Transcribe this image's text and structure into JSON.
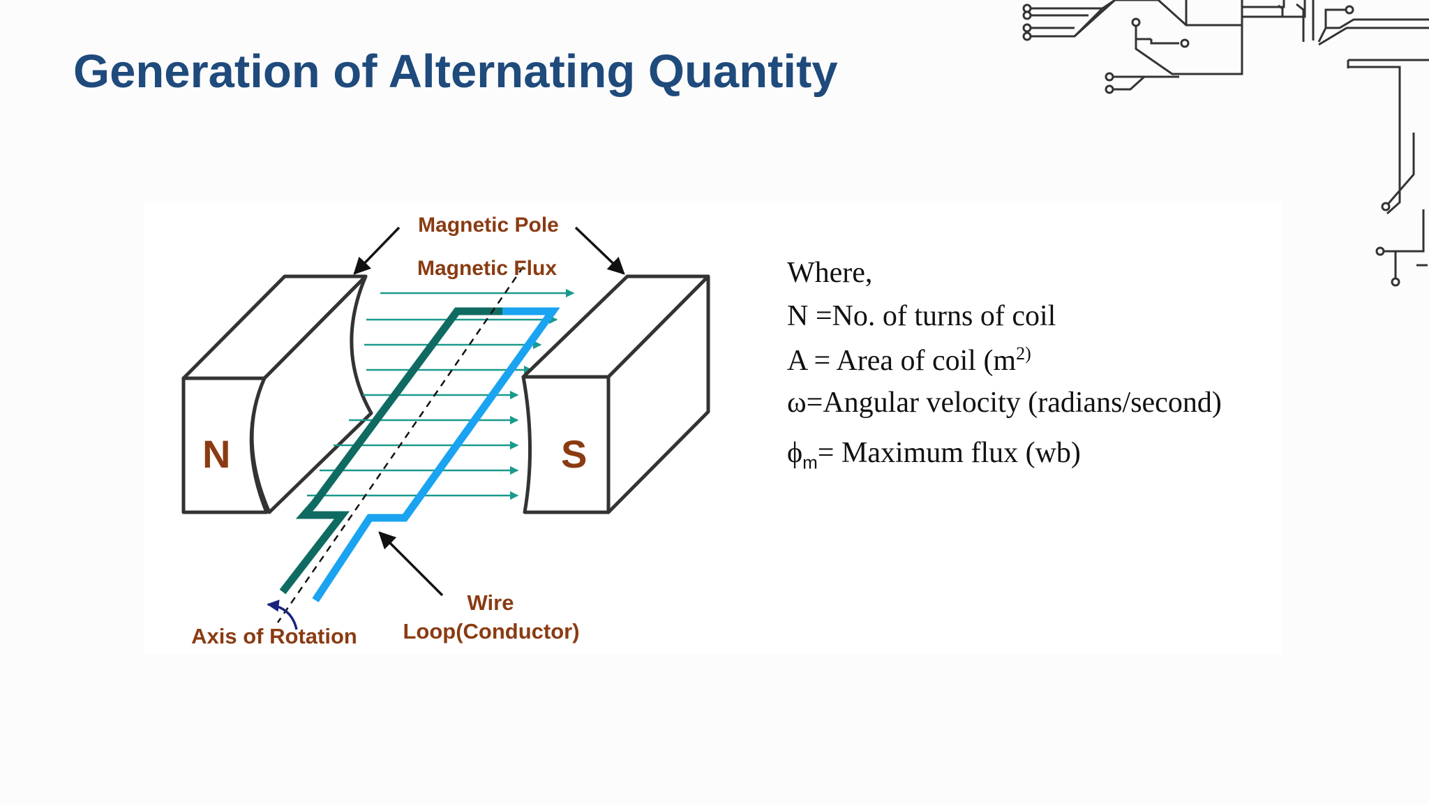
{
  "slide": {
    "title": "Generation of Alternating Quantity"
  },
  "diagram": {
    "labels": {
      "magnetic_pole": "Magnetic Pole",
      "magnetic_flux": "Magnetic Flux",
      "north": "N",
      "south": "S",
      "wire_line1": "Wire",
      "wire_line2": "Loop(Conductor)",
      "axis_of_rotation": "Axis of Rotation"
    },
    "colors": {
      "label": "#8a3b12",
      "magnet_outline": "#333333",
      "flux_arrows": "#1a9a8c",
      "loop_dark": "#0f6b62",
      "loop_light": "#1aa3f0",
      "rotation_arrow": "#1a237e"
    }
  },
  "legend": {
    "heading": "Where,",
    "n_def": "N =No. of turns of coil",
    "a_def_text": "A = Area of coil (m",
    "a_def_sup": "2)",
    "omega_def": "ω=Angular velocity (radians/second)",
    "phi_symbol": "ϕ",
    "phi_sub": "m",
    "phi_def_text": "= Maximum flux (wb)"
  }
}
